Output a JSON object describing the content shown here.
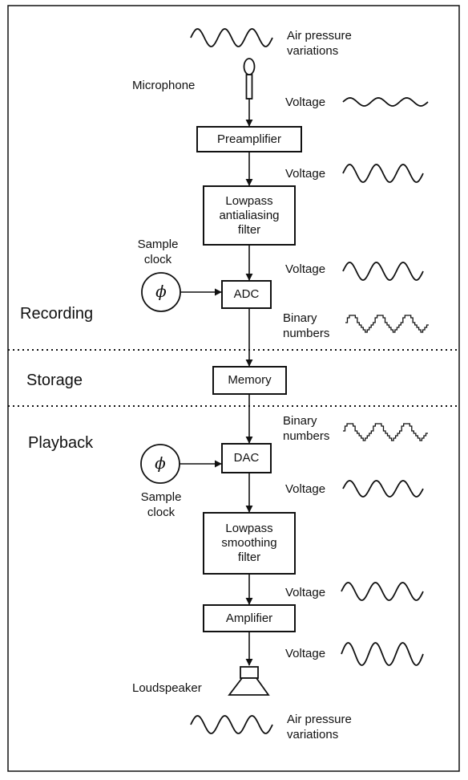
{
  "sections": {
    "recording": "Recording",
    "storage": "Storage",
    "playback": "Playback"
  },
  "blocks": {
    "preamplifier": "Preamplifier",
    "antialiasing_filter": "Lowpass\nantialiasing\nfilter",
    "adc": "ADC",
    "memory": "Memory",
    "dac": "DAC",
    "smoothing_filter": "Lowpass\nsmoothing\nfilter",
    "amplifier": "Amplifier"
  },
  "labels": {
    "air_pressure_top": "Air pressure\nvariations",
    "microphone": "Microphone",
    "voltage_1": "Voltage",
    "voltage_2": "Voltage",
    "voltage_3": "Voltage",
    "sample_clock_record": "Sample\nclock",
    "binary_numbers_record": "Binary\nnumbers",
    "binary_numbers_playback": "Binary\nnumbers",
    "sample_clock_playback": "Sample\nclock",
    "voltage_4": "Voltage",
    "voltage_5": "Voltage",
    "voltage_6": "Voltage",
    "loudspeaker": "Loudspeaker",
    "air_pressure_bottom": "Air pressure\nvariations",
    "clock_symbol": "ϕ"
  }
}
